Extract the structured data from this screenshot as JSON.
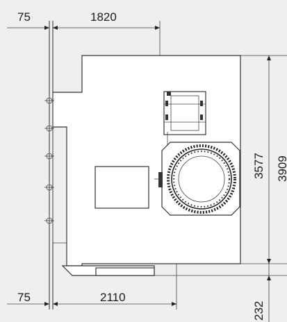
{
  "dimensions": {
    "left_gap_top": "75",
    "width_top": "1820",
    "left_gap_bottom": "75",
    "width_bottom": "2110",
    "height_inner": "3577",
    "height_outer": "3909",
    "offset_bottom": "232"
  },
  "colors": {
    "background": "#efefef",
    "line": "#2a2a2a",
    "fill": "#ffffff"
  },
  "icons": {
    "dimension_arrow": "arrowhead",
    "mounting_point": "circle-cross"
  }
}
